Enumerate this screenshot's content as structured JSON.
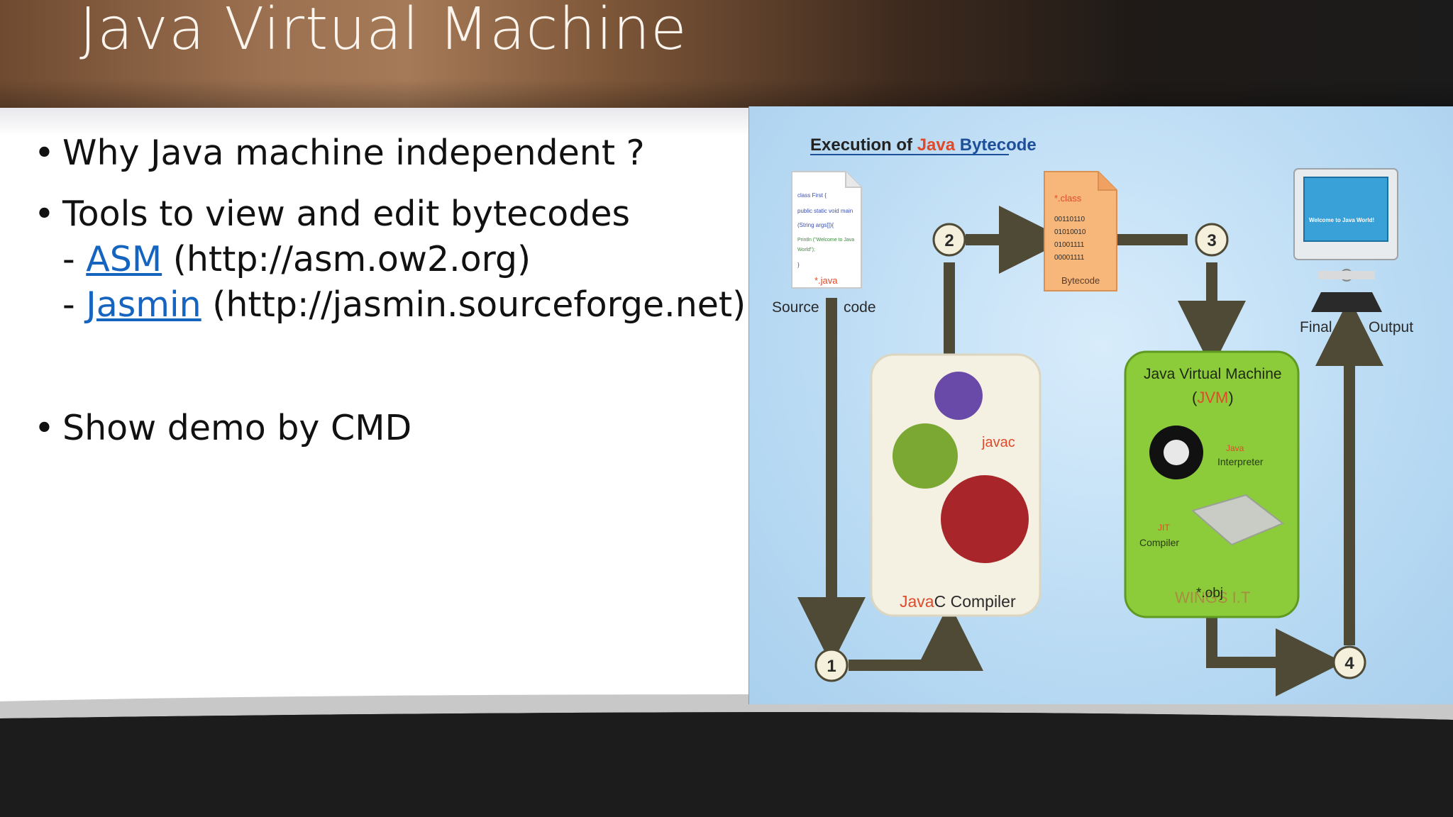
{
  "slide": {
    "title": "Java Virtual Machine",
    "bullets": [
      {
        "text": "Why Java machine independent ?"
      },
      {
        "text": "Tools to view and edit bytecodes"
      },
      {
        "text": "Show demo by CMD"
      }
    ],
    "tools": [
      {
        "prefix": "- ",
        "link": "ASM",
        "url_text": " (http://asm.ow2.org)"
      },
      {
        "prefix": "- ",
        "link": "Jasmin",
        "url_text": " (http://jasmin.sourceforge.net)"
      }
    ],
    "bullet_char": "•"
  },
  "diagram": {
    "title_prefix": "Execution of ",
    "title_java": "Java",
    "title_suffix": " Bytecode",
    "source_file": {
      "lines": [
        "class First {",
        "public static void main",
        "(String args[]){",
        "Println (\"Welcome to Java",
        "World\");",
        "}"
      ],
      "ext": "*.java"
    },
    "source_left": "Source",
    "source_right": "code",
    "class_file": {
      "ext": "*.class",
      "bits": [
        "00110110",
        "01010010",
        "01001111",
        "00001111"
      ],
      "label": "Bytecode"
    },
    "monitor_text": "Welcome to Java World!",
    "final_left": "Final",
    "final_right": "Output",
    "compiler": {
      "gear_label": "javac",
      "name_java": "Java",
      "name_rest": "C Compiler"
    },
    "jvm": {
      "title": "Java Virtual Machine",
      "abbr_open": "(",
      "abbr": "JVM",
      "abbr_close": ")",
      "interp_java": "Java",
      "interp_label": "Interpreter",
      "jit_label": "JIT",
      "jit_compiler": "Compiler",
      "obj_label": "*.obj",
      "watermark": "WINGS I.T"
    },
    "steps": [
      "1",
      "2",
      "3",
      "4"
    ],
    "colors": {
      "arrow": "#4e4a36",
      "accent": "#e04a2a",
      "jvm_green": "#8ccc3a",
      "file_orange": "#f7b77a"
    }
  }
}
